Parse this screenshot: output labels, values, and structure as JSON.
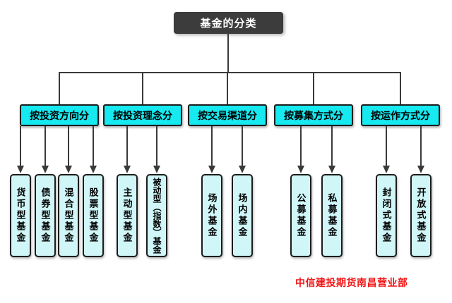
{
  "title": {
    "label": "基金的分类"
  },
  "categories": [
    {
      "label": "按投资方向分"
    },
    {
      "label": "按投资理念分"
    },
    {
      "label": "按交易渠道分"
    },
    {
      "label": "按募集方式分"
    },
    {
      "label": "按运作方式分"
    }
  ],
  "leaves": [
    {
      "label": "货币型基金",
      "parent": "按投资方向分"
    },
    {
      "label": "债券型基金",
      "parent": "按投资方向分"
    },
    {
      "label": "混合型基金",
      "parent": "按投资方向分"
    },
    {
      "label": "股票型基金",
      "parent": "按投资方向分"
    },
    {
      "label": "主动型基金",
      "parent": "按投资理念分"
    },
    {
      "label": "被动型（指数）基金",
      "parent": "按投资理念分"
    },
    {
      "label": "场外基金",
      "parent": "按交易渠道分"
    },
    {
      "label": "场内基金",
      "parent": "按交易渠道分"
    },
    {
      "label": "公募基金",
      "parent": "按募集方式分"
    },
    {
      "label": "私募基金",
      "parent": "按募集方式分"
    },
    {
      "label": "封闭式基金",
      "parent": "按运作方式分"
    },
    {
      "label": "开放式基金",
      "parent": "按运作方式分"
    }
  ],
  "footer": {
    "label": "中信建投期货南昌营业部"
  },
  "colors": {
    "title_bg": "#3c3c3c",
    "title_fg": "#ffffff",
    "category_fill": "#16e9f0",
    "leaf_fill": "#d0f6f8",
    "line": "#3a3a3a",
    "footer_red": "#f21414"
  }
}
